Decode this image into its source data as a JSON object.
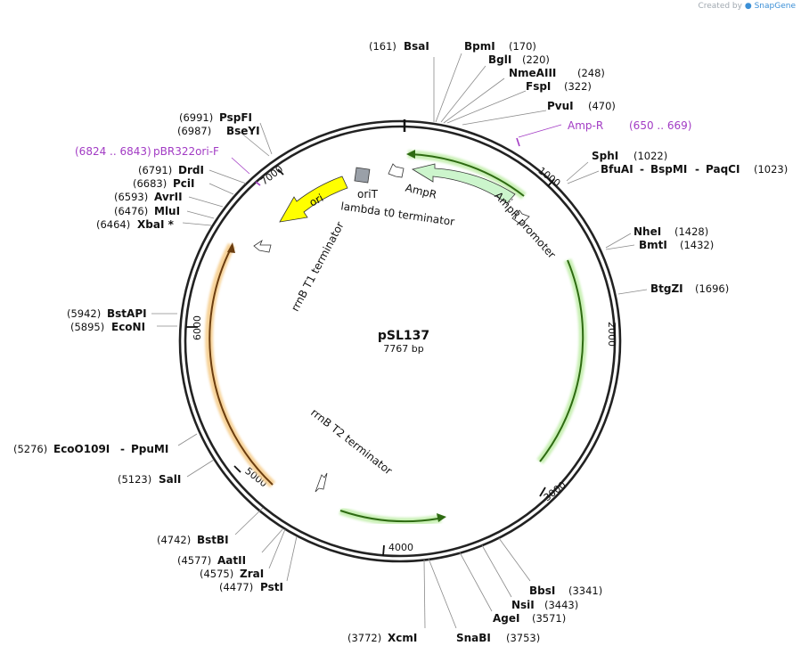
{
  "credit": {
    "created_by": "Created by",
    "brand": "SnapGene"
  },
  "plasmid": {
    "name": "pSL137",
    "size": "7767 bp"
  },
  "ticks": [
    "1000",
    "2000",
    "3000",
    "4000",
    "5000",
    "6000",
    "7000"
  ],
  "enzymes": [
    {
      "id": "bsai",
      "name": "BsaI",
      "pos": "(161)"
    },
    {
      "id": "bpmi",
      "name": "BpmI",
      "pos": "(170)"
    },
    {
      "id": "bgli",
      "name": "BglI",
      "pos": "(220)"
    },
    {
      "id": "nmeaiii",
      "name": "NmeAIII",
      "pos": "(248)"
    },
    {
      "id": "fspi",
      "name": "FspI",
      "pos": "(322)"
    },
    {
      "id": "pvui",
      "name": "PvuI",
      "pos": "(470)"
    },
    {
      "id": "sphi",
      "name": "SphI",
      "pos": "(1022)"
    },
    {
      "id": "bfuai",
      "name": "BfuAI",
      "sep1": "-",
      "name2": "BspMI",
      "sep2": "-",
      "name3": "PaqCI",
      "pos": "(1023)"
    },
    {
      "id": "nhei",
      "name": "NheI",
      "pos": "(1428)"
    },
    {
      "id": "bmti",
      "name": "BmtI",
      "pos": "(1432)"
    },
    {
      "id": "btgzi",
      "name": "BtgZI",
      "pos": "(1696)"
    },
    {
      "id": "bbsi",
      "name": "BbsI",
      "pos": "(3341)"
    },
    {
      "id": "nsii",
      "name": "NsiI",
      "pos": "(3443)"
    },
    {
      "id": "agei",
      "name": "AgeI",
      "pos": "(3571)"
    },
    {
      "id": "snabi",
      "name": "SnaBI",
      "pos": "(3753)"
    },
    {
      "id": "xcmi",
      "name": "XcmI",
      "pos": "(3772)"
    },
    {
      "id": "psti",
      "name": "PstI",
      "pos": "(4477)"
    },
    {
      "id": "zrai",
      "name": "ZraI",
      "pos": "(4575)"
    },
    {
      "id": "aatii",
      "name": "AatII",
      "pos": "(4577)"
    },
    {
      "id": "bstbi",
      "name": "BstBI",
      "pos": "(4742)"
    },
    {
      "id": "sali",
      "name": "SalI",
      "pos": "(5123)"
    },
    {
      "id": "ecoo109i",
      "name": "EcoO109I",
      "sep1": "-",
      "name2": "PpuMI",
      "pos": "(5276)"
    },
    {
      "id": "econi",
      "name": "EcoNI",
      "pos": "(5895)"
    },
    {
      "id": "bstapi",
      "name": "BstAPI",
      "pos": "(5942)"
    },
    {
      "id": "xbai",
      "name": "XbaI *",
      "pos": "(6464)"
    },
    {
      "id": "mlui",
      "name": "MluI",
      "pos": "(6476)"
    },
    {
      "id": "avrii",
      "name": "AvrII",
      "pos": "(6593)"
    },
    {
      "id": "pcii",
      "name": "PciI",
      "pos": "(6683)"
    },
    {
      "id": "drdi",
      "name": "DrdI",
      "pos": "(6791)"
    },
    {
      "id": "bseyi",
      "name": "BseYI",
      "pos": "(6987)"
    },
    {
      "id": "pspfi",
      "name": "PspFI",
      "pos": "(6991)"
    }
  ],
  "primers": [
    {
      "id": "amp-r-primer",
      "name": "Amp-R",
      "range": "(650 .. 669)"
    },
    {
      "id": "pbr322ori-f-primer",
      "name": "pBR322ori-F",
      "range": "(6824 .. 6843)"
    }
  ],
  "features": {
    "ori": "ori",
    "oriT": "oriT",
    "ampr": "AmpR",
    "lambda_t0": "lambda t0 terminator",
    "ampr_promoter": "AmpR promoter",
    "rrnb_t1": "rrnB T1 terminator",
    "rrnb_t2": "rrnB T2 terminator"
  },
  "colors": {
    "backbone": "#222222",
    "ori": "#ffff00",
    "ampr": "#ccf5cc",
    "cds_glow": "#c9f0b5",
    "cds_line": "#2e6b12",
    "orange_glow": "#f7d39a",
    "orange_line": "#6b3d0f",
    "primer": "#a23bc4",
    "oriT": "#9aa0a8"
  }
}
